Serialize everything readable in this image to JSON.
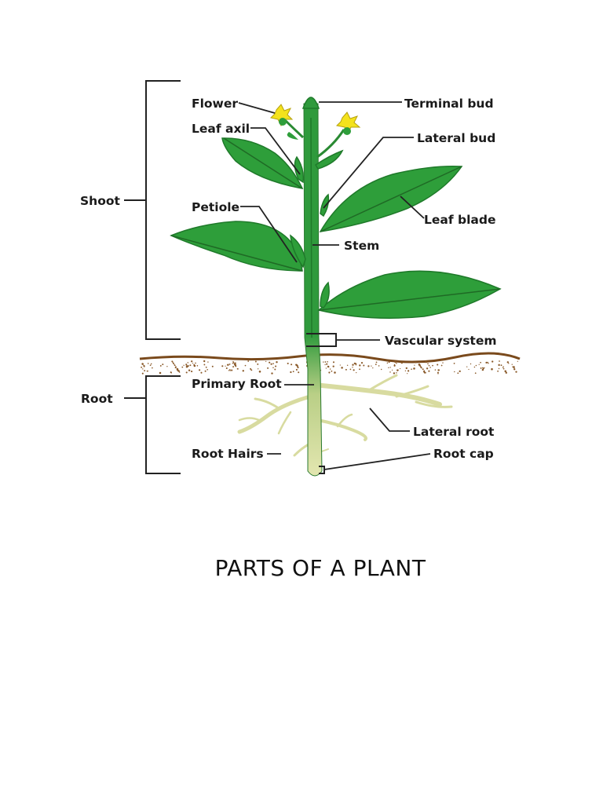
{
  "diagram": {
    "title": "PARTS OF A PLANT",
    "groups": {
      "shoot": "Shoot",
      "root": "Root"
    },
    "labels": {
      "flower": "Flower",
      "leaf_axil": "Leaf axil",
      "petiole": "Petiole",
      "terminal_bud": "Terminal bud",
      "lateral_bud": "Lateral bud",
      "leaf_blade": "Leaf blade",
      "stem": "Stem",
      "vascular_system": "Vascular system",
      "primary_root": "Primary Root",
      "lateral_root": "Lateral root",
      "root_hairs": "Root Hairs",
      "root_cap": "Root cap"
    },
    "colors": {
      "leaf": "#2e9e3a",
      "leaf_dark": "#1f7a2a",
      "stem": "#2f9a3c",
      "flower": "#f4e21c",
      "soil": "#7a4a1c",
      "root": "#e3e6b0",
      "root_outline": "#c9cc8e"
    }
  }
}
